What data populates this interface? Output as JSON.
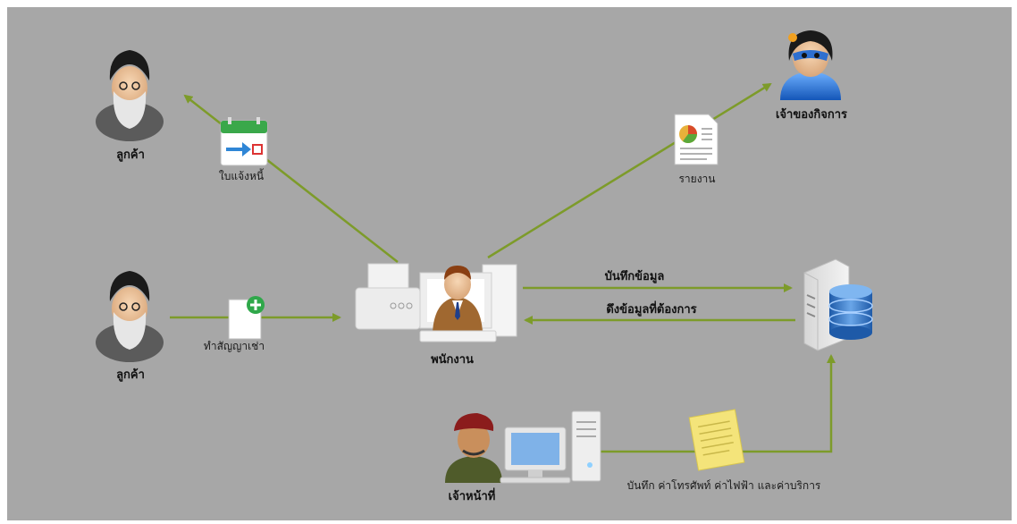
{
  "nodes": {
    "customer_top": {
      "label": "ลูกค้า",
      "icon": "old-man-customer-icon"
    },
    "customer_bottom": {
      "label": "ลูกค้า",
      "icon": "old-man-customer-icon"
    },
    "invoice": {
      "label": "ใบแจ้งหนี้",
      "icon": "calendar-invoice-icon"
    },
    "contract": {
      "label": "ทำสัญญาเช่า",
      "icon": "document-add-icon"
    },
    "employee": {
      "label": "พนักงาน",
      "icon": "office-worker-icon"
    },
    "report": {
      "label": "รายงาน",
      "icon": "report-chart-icon"
    },
    "owner": {
      "label": "เจ้าของกิจการ",
      "icon": "business-owner-icon"
    },
    "database": {
      "icon": "database-server-icon"
    },
    "officer": {
      "label": "เจ้าหน้าที่",
      "icon": "officer-icon"
    },
    "note": {
      "icon": "sticky-note-icon"
    }
  },
  "edges": {
    "save_data": "บันทึกข้อมูล",
    "fetch_data": "ดึงข้อมูลที่ต้องการ",
    "record_bills": "บันทึก ค่าโทรศัพท์ ค่าไฟฟ้า และค่าบริการ"
  },
  "colors": {
    "background": "#a7a7a7",
    "arrow": "#7d9b2a"
  }
}
